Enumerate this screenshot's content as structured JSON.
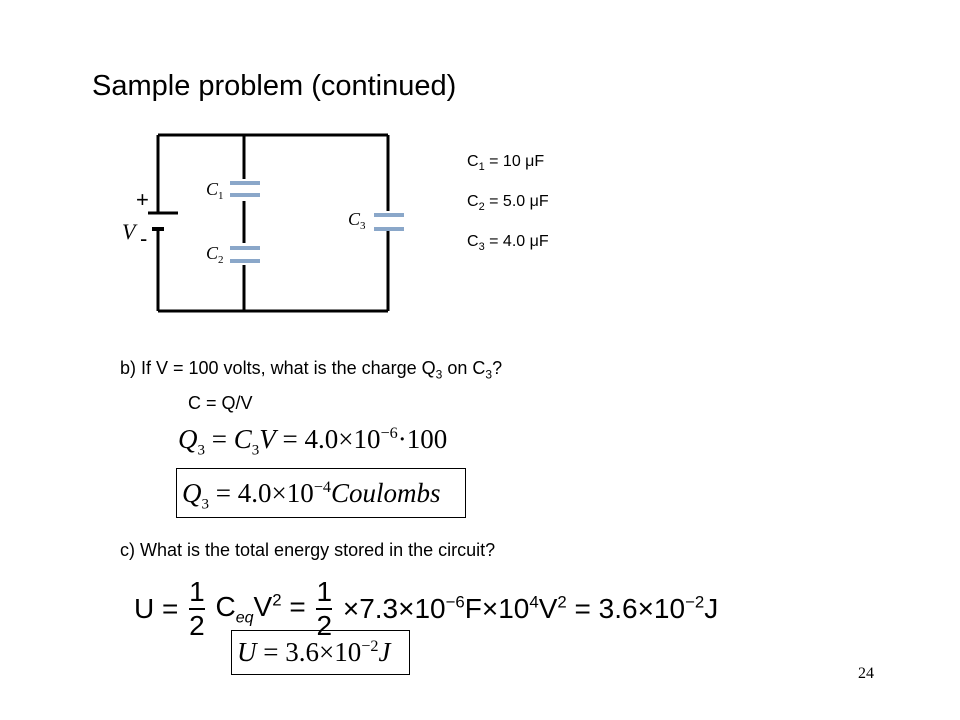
{
  "slide": {
    "title": "Sample problem (continued)",
    "page_number": "24"
  },
  "circuit": {
    "plus": "+",
    "minus": "-",
    "v_label": "V",
    "c1_label": "C",
    "c1_sub": "1",
    "c2_label": "C",
    "c2_sub": "2",
    "c3_label": "C",
    "c3_sub": "3"
  },
  "givens": [
    {
      "name": "C",
      "sub": "1",
      "value": " = 10 μF"
    },
    {
      "name": "C",
      "sub": "2",
      "value": " = 5.0 μF"
    },
    {
      "name": "C",
      "sub": "3",
      "value": " = 4.0 μF"
    }
  ],
  "part_b": {
    "question_pre": "b)  If V = 100 volts, what is the charge Q",
    "question_sub1": "3",
    "question_mid": " on C",
    "question_sub2": "3",
    "question_post": "?",
    "formula": "C = Q/V"
  },
  "part_c": {
    "question": "c) What is the total energy stored in the circuit?"
  }
}
